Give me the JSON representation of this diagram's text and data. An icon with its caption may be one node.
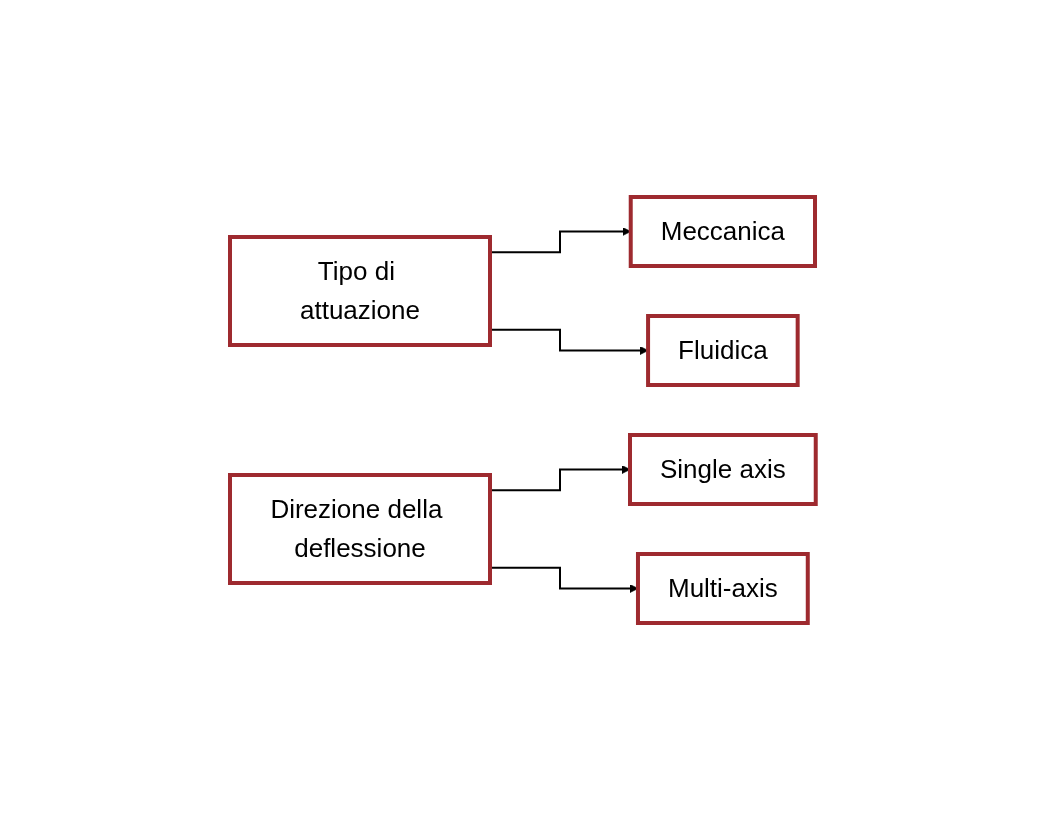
{
  "diagram": {
    "nodes": [
      {
        "text": [
          "Tipo di attuazione"
        ]
      },
      {
        "text": [
          "Meccanica"
        ]
      },
      {
        "text": [
          "Fluidica"
        ]
      },
      {
        "text": [
          "Direzione della deflessione"
        ]
      },
      {
        "text": [
          "Single axis"
        ]
      },
      {
        "text": [
          "Multi-axis"
        ]
      }
    ],
    "edges": [
      {
        "from": 0,
        "to": 1,
        "arrow": "to"
      },
      {
        "from": 0,
        "to": 2,
        "arrow": "to"
      },
      {
        "from": 3,
        "to": 4,
        "arrow": "to"
      },
      {
        "from": 3,
        "to": 5,
        "arrow": "to"
      }
    ]
  }
}
